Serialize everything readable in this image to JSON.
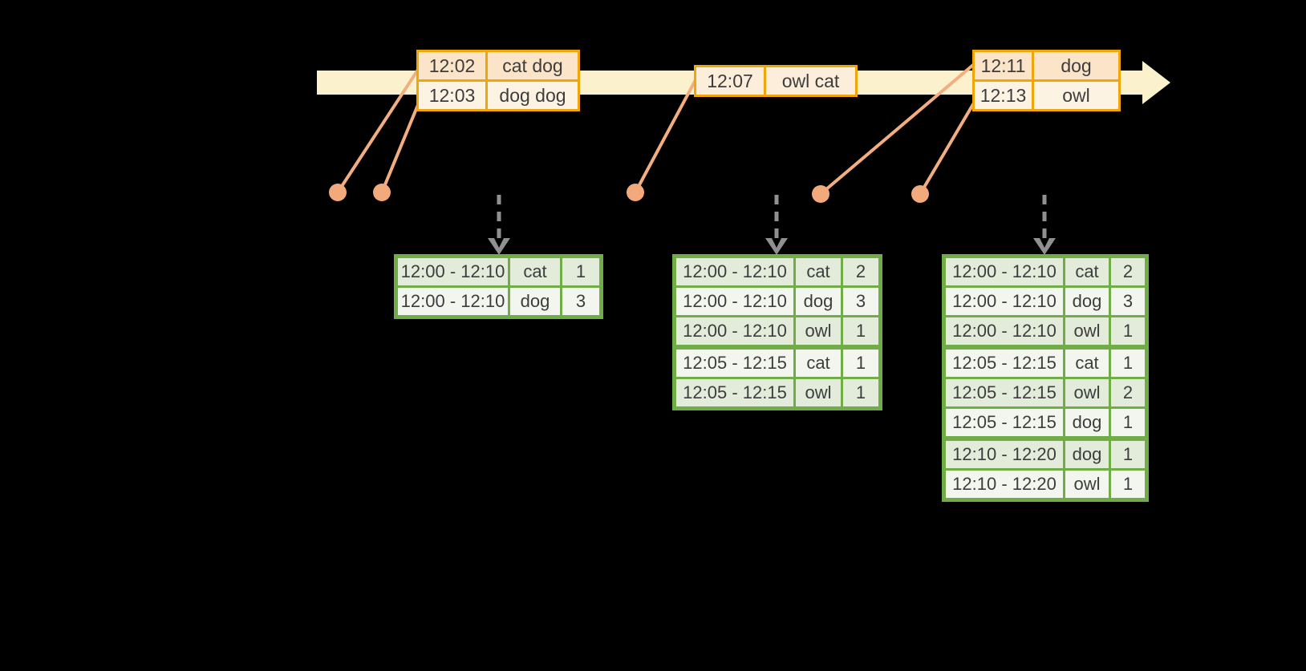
{
  "colors": {
    "background": "#000000",
    "timeline_band": "#FBF2CD",
    "event_table_border": "#F0A609",
    "event_row_dark": "#FBE4C8",
    "event_row_light": "#FDF3E2",
    "event_marker": "#F2A97B",
    "event_connector": "#F3AE80",
    "result_table_border": "#70AD47",
    "result_row_dark": "#E3EBDB",
    "result_row_light": "#F3F6EF",
    "trigger_arrow": "#909090",
    "text": "#3D3D3D"
  },
  "timeline": {
    "event_tables": [
      {
        "rows": [
          [
            "12:02",
            "cat dog"
          ],
          [
            "12:03",
            "dog dog"
          ]
        ]
      },
      {
        "rows": [
          [
            "12:07",
            "owl cat"
          ]
        ]
      },
      {
        "rows": [
          [
            "12:11",
            "dog"
          ],
          [
            "12:13",
            "owl"
          ]
        ]
      }
    ]
  },
  "result_tables": [
    {
      "rows": [
        [
          "12:00 - 12:10",
          "cat",
          "1"
        ],
        [
          "12:00 - 12:10",
          "dog",
          "3"
        ]
      ]
    },
    {
      "rows": [
        [
          "12:00 - 12:10",
          "cat",
          "2"
        ],
        [
          "12:00 - 12:10",
          "dog",
          "3"
        ],
        [
          "12:00 - 12:10",
          "owl",
          "1"
        ],
        [
          "12:05 - 12:15",
          "cat",
          "1"
        ],
        [
          "12:05 - 12:15",
          "owl",
          "1"
        ]
      ]
    },
    {
      "rows": [
        [
          "12:00 - 12:10",
          "cat",
          "2"
        ],
        [
          "12:00 - 12:10",
          "dog",
          "3"
        ],
        [
          "12:00 - 12:10",
          "owl",
          "1"
        ],
        [
          "12:05 - 12:15",
          "cat",
          "1"
        ],
        [
          "12:05 - 12:15",
          "owl",
          "2"
        ],
        [
          "12:05 - 12:15",
          "dog",
          "1"
        ],
        [
          "12:10 - 12:20",
          "dog",
          "1"
        ],
        [
          "12:10 - 12:20",
          "owl",
          "1"
        ]
      ]
    }
  ]
}
